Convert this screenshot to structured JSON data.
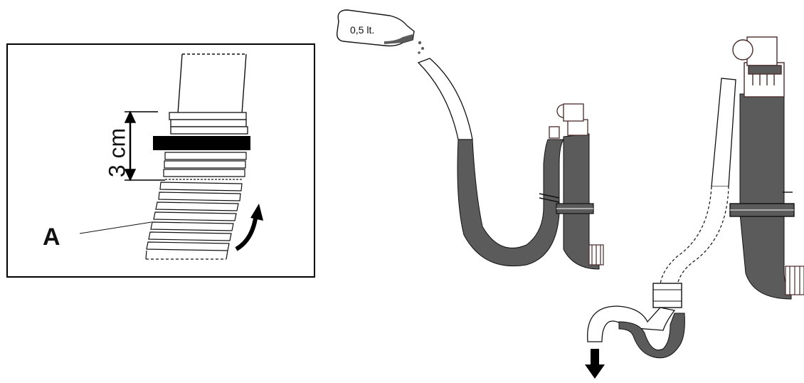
{
  "labels": {
    "measure": "3 cm",
    "part": "A",
    "bottle": "0,5 lt."
  },
  "colors": {
    "water": "#5b5b5b",
    "outline": "#1a1a1a",
    "fitting_outline": "#4a2a2a",
    "band": "#000000"
  }
}
